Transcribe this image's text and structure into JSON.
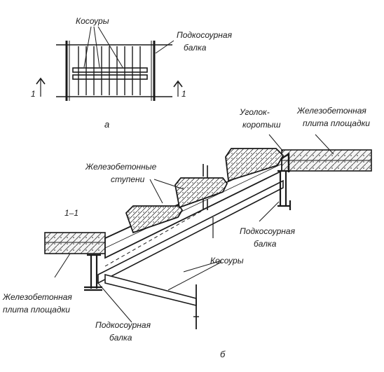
{
  "plan": {
    "label_kosoury": "Косоуры",
    "label_beam_l1": "Подкосоурная",
    "label_beam_l2": "балка",
    "section_mark": "1",
    "caption": "а"
  },
  "section": {
    "title": "1–1",
    "label_ugolok_l1": "Уголок-",
    "label_ugolok_l2": "коротыш",
    "label_slab_top_l1": "Железобетонная",
    "label_slab_top_l2": "плита площадки",
    "label_steps_l1": "Железобетонные",
    "label_steps_l2": "ступени",
    "label_beam_right_l1": "Подкосоурная",
    "label_beam_right_l2": "балка",
    "label_kosoury": "Косоуры",
    "label_slab_bottom_l1": "Железобетонная",
    "label_slab_bottom_l2": "плита площадки",
    "label_beam_bottom_l1": "Подкосоурная",
    "label_beam_bottom_l2": "балка",
    "caption": "б"
  }
}
